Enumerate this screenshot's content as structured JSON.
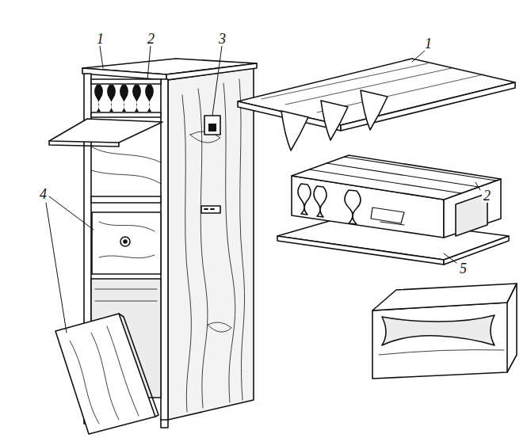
{
  "diagram": {
    "labels": [
      "1",
      "2",
      "3",
      "4",
      "1",
      "2",
      "5"
    ]
  }
}
